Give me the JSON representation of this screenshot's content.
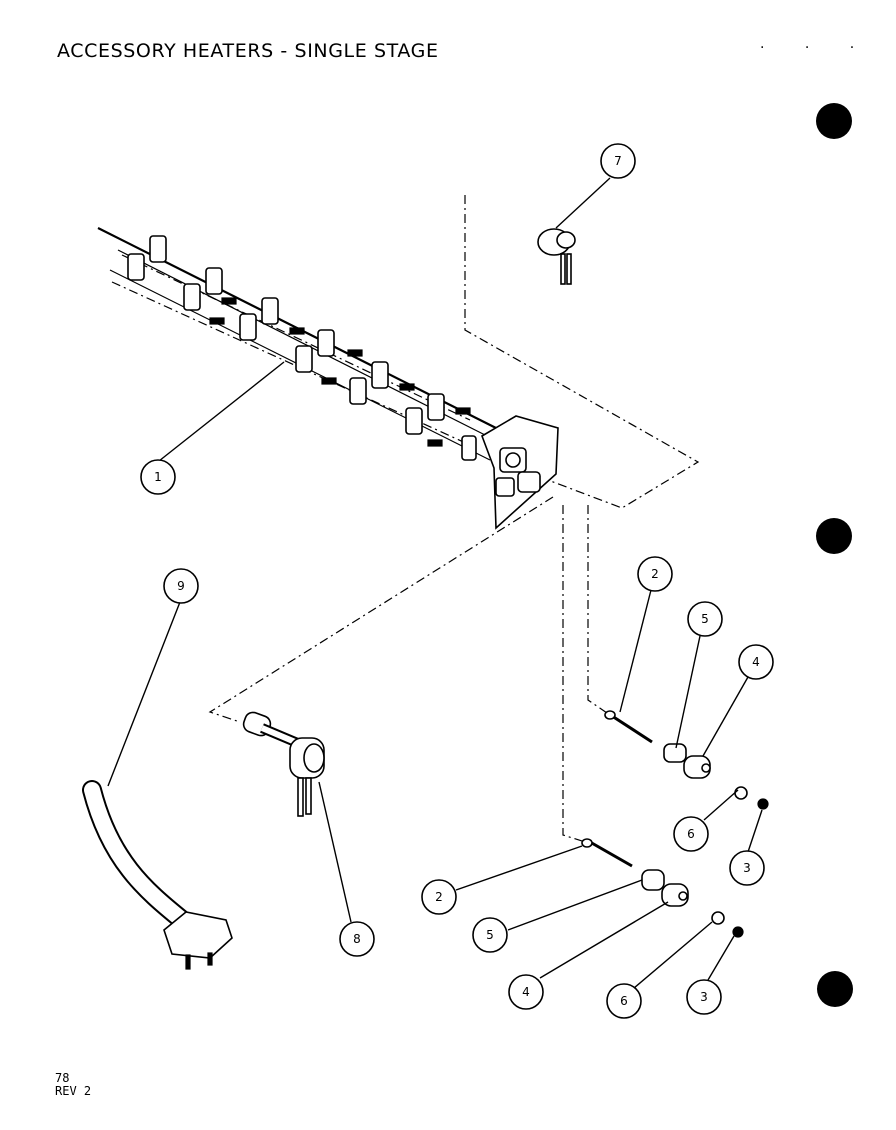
{
  "header": {
    "title": "ACCESSORY HEATERS - SINGLE STAGE",
    "corner_marks": ". . ."
  },
  "callouts": [
    {
      "id": "c1",
      "label": "1"
    },
    {
      "id": "c2a",
      "label": "2"
    },
    {
      "id": "c2b",
      "label": "2"
    },
    {
      "id": "c3a",
      "label": "3"
    },
    {
      "id": "c3b",
      "label": "3"
    },
    {
      "id": "c4a",
      "label": "4"
    },
    {
      "id": "c4b",
      "label": "4"
    },
    {
      "id": "c5a",
      "label": "5"
    },
    {
      "id": "c5b",
      "label": "5"
    },
    {
      "id": "c6a",
      "label": "6"
    },
    {
      "id": "c6b",
      "label": "6"
    },
    {
      "id": "c7",
      "label": "7"
    },
    {
      "id": "c8",
      "label": "8"
    },
    {
      "id": "c9",
      "label": "9"
    }
  ],
  "footer": {
    "page_number": "78",
    "revision": "REV 2"
  }
}
